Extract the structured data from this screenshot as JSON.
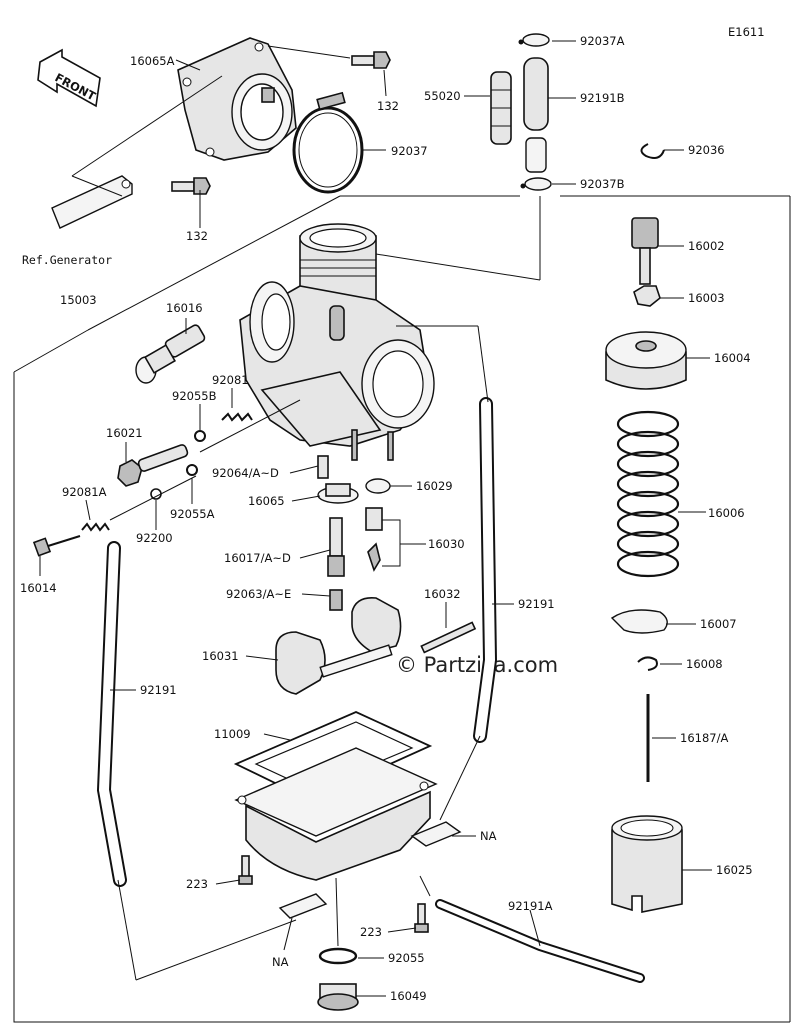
{
  "diagram": {
    "code": "E1611",
    "watermark": "© Partzilla.com",
    "front_label": "FRONT",
    "ref_generator": "Ref.Generator",
    "parts": {
      "p16065A": "16065A",
      "p132_top": "132",
      "p132_bottom": "132",
      "p92037": "92037",
      "p92037A": "92037A",
      "p55020": "55020",
      "p92191B": "92191B",
      "p92037B": "92037B",
      "p92036": "92036",
      "p16002": "16002",
      "p16003": "16003",
      "p16004": "16004",
      "p15003": "15003",
      "p16016": "16016",
      "p92081": "92081",
      "p92055B": "92055B",
      "p16021": "16021",
      "p92064": "92064/A~D",
      "p16029": "16029",
      "p16065": "16065",
      "p92081A": "92081A",
      "p92055A": "92055A",
      "p92200": "92200",
      "p16014": "16014",
      "p16017": "16017/A~D",
      "p16030": "16030",
      "p16006": "16006",
      "p92063": "92063/A~E",
      "p16032": "16032",
      "p92191_right": "92191",
      "p16007": "16007",
      "p16031": "16031",
      "p16008": "16008",
      "p92191_left": "92191",
      "p11009": "11009",
      "p16187": "16187/A",
      "na_right": "NA",
      "p16025": "16025",
      "p223_left": "223",
      "p92191A": "92191A",
      "p223_right": "223",
      "na_left": "NA",
      "p92055": "92055",
      "p16049": "16049"
    }
  }
}
